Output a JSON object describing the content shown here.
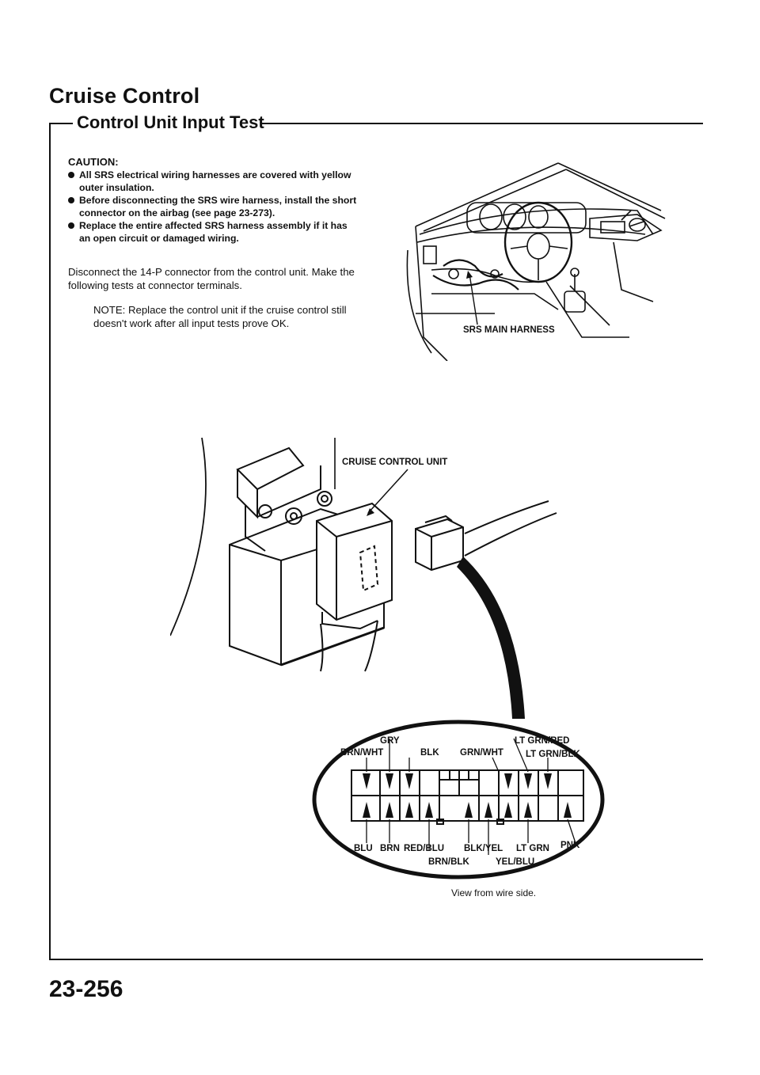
{
  "header": {
    "title": "Cruise Control",
    "section_title": "Control Unit Input Test"
  },
  "caution": {
    "heading": "CAUTION:",
    "items": [
      "All SRS electrical wiring harnesses are covered with yellow outer insulation.",
      "Before disconnecting the SRS wire harness, install the short connector on the airbag (see page 23-273).",
      "Replace the entire affected SRS harness assembly if it has an open circuit or damaged wiring."
    ]
  },
  "instructions": {
    "paragraph": "Disconnect the 14-P connector from the control unit. Make the following tests at connector terminals.",
    "note": "NOTE: Replace the control unit if the cruise control still doesn't work after all input tests prove OK."
  },
  "figures": {
    "dash_label": "SRS MAIN HARNESS",
    "unit_label": "CRUISE CONTROL UNIT",
    "connector_top_labels": [
      "GRY",
      "LT GRN/RED",
      "BRN/WHT",
      "BLK",
      "GRN/WHT",
      "LT GRN/BLK"
    ],
    "connector_bottom_labels": [
      "BLU",
      "BRN",
      "RED/BLU",
      "BLK/YEL",
      "LT GRN",
      "PNK",
      "BRN/BLK",
      "YEL/BLU"
    ],
    "connector_caption": "View from wire side."
  },
  "footer": {
    "page_number": "23-256"
  }
}
